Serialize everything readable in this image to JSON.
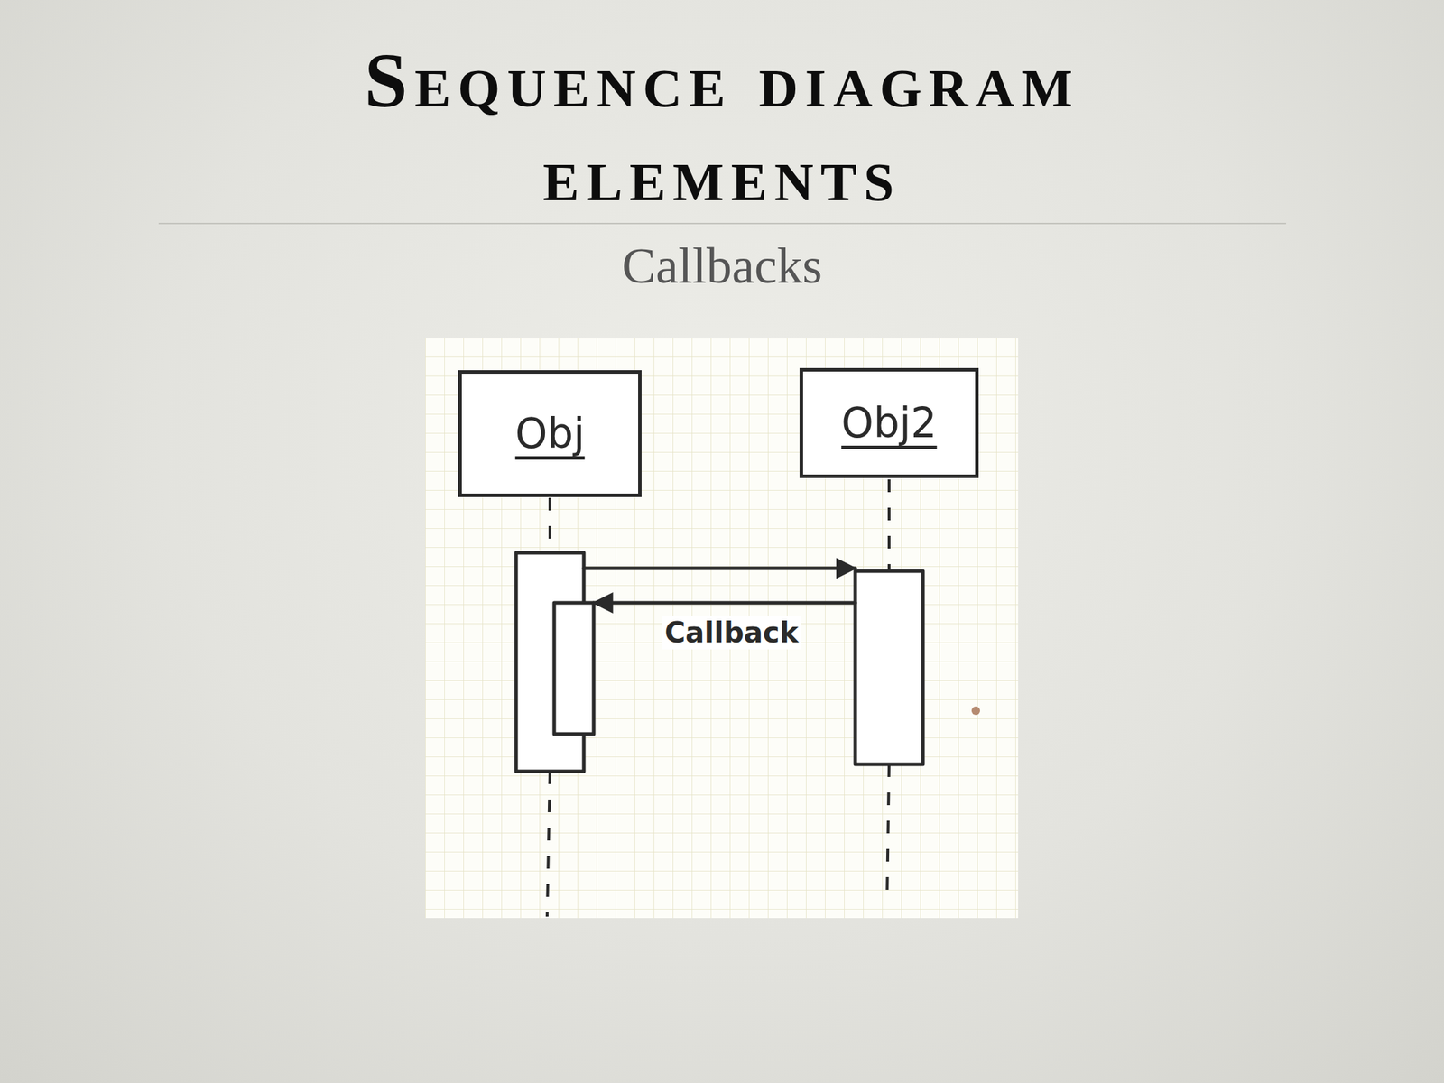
{
  "diagram": {
    "title": "Sequence diagram elements",
    "nodes": [
      {
        "text": [
          "Obj"
        ]
      },
      {
        "text": [
          "Obj2"
        ]
      }
    ],
    "edges": [
      {
        "from": 0,
        "to": 1,
        "arrow": "to"
      },
      {
        "from": 1,
        "to": 0,
        "label": "Callback",
        "arrow": "to"
      }
    ],
    "labels": [
      "Callbacks"
    ]
  }
}
